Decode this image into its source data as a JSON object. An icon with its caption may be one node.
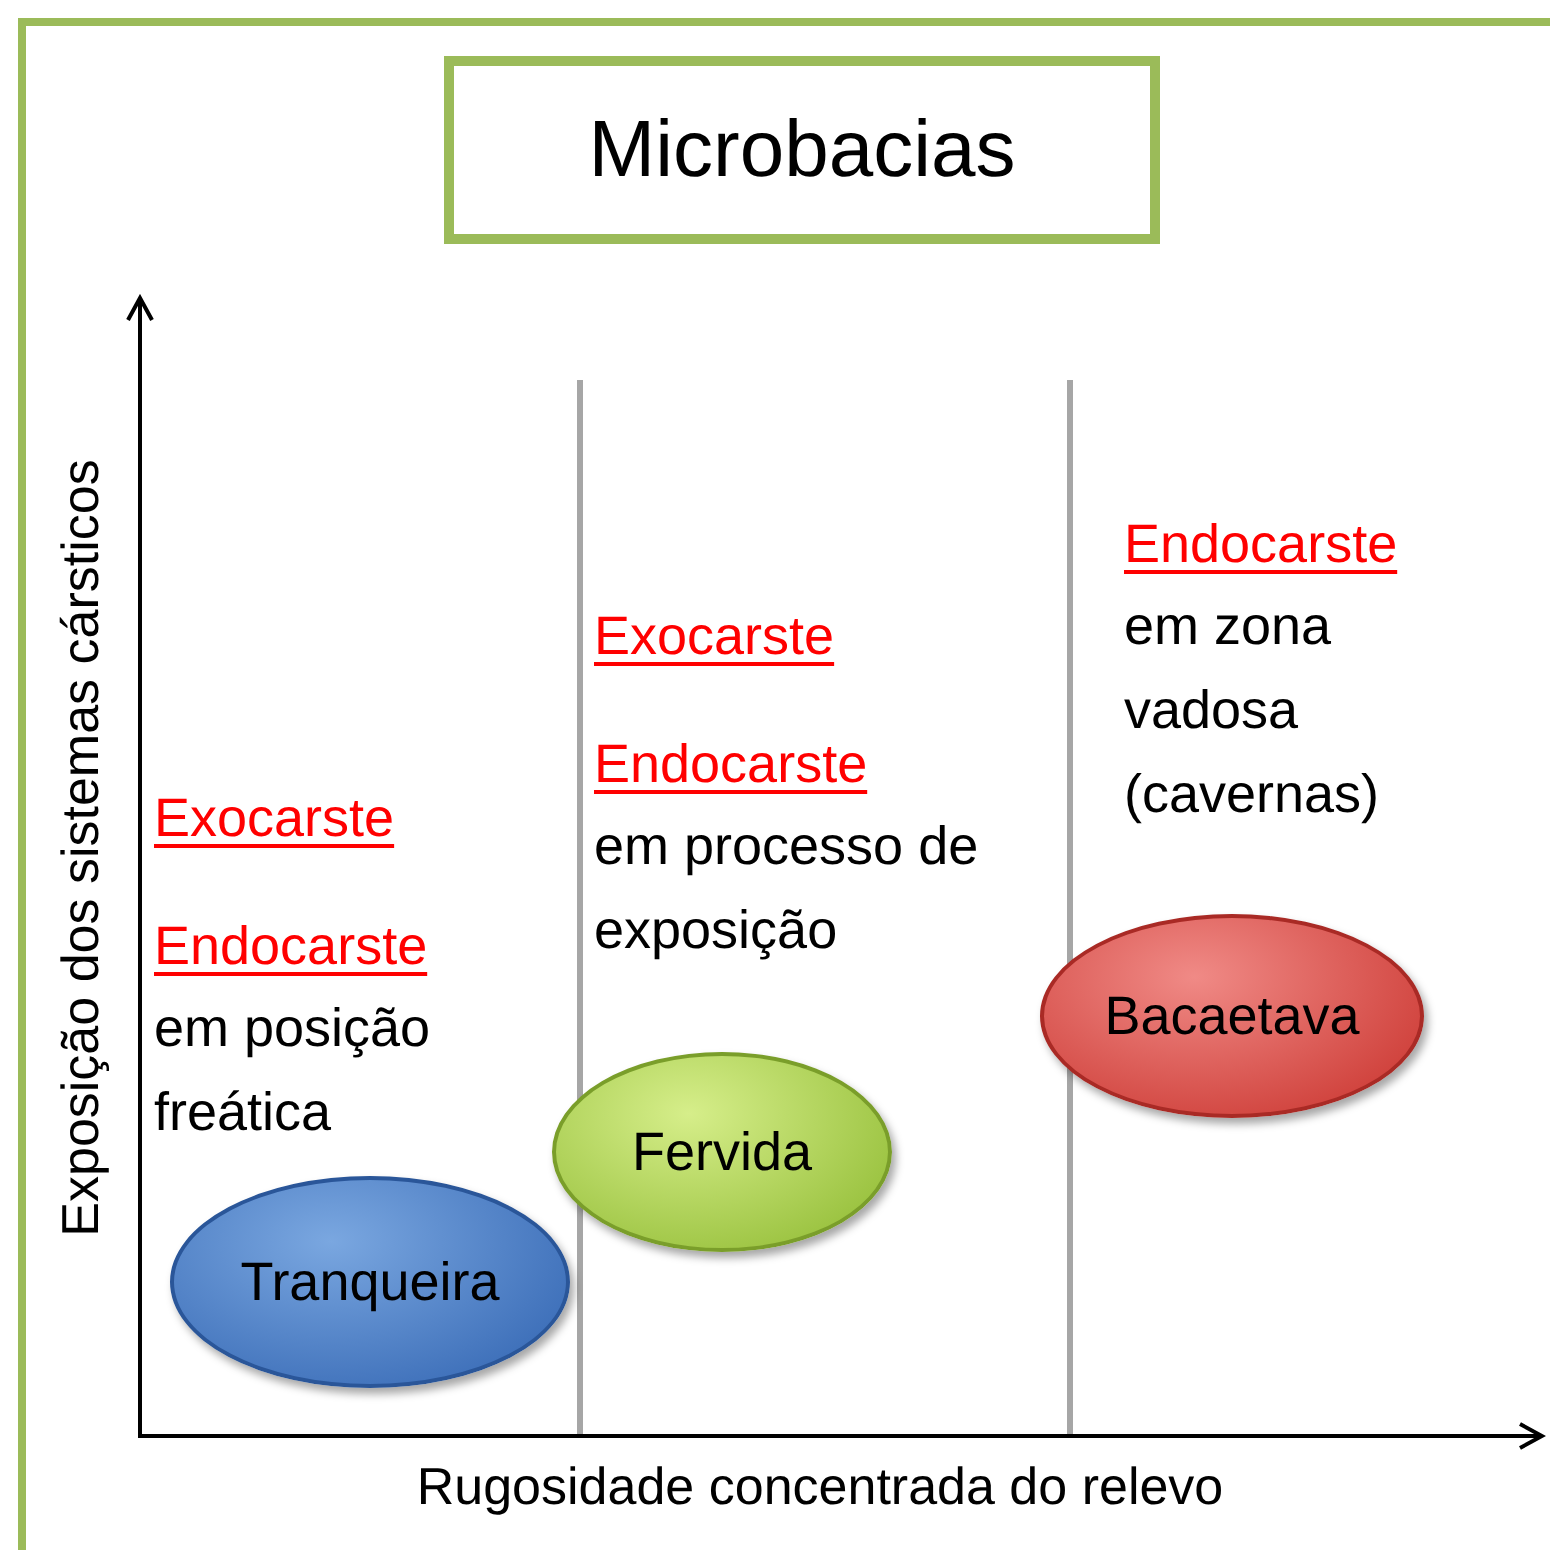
{
  "diagram": {
    "title": "Microbacias",
    "nodes": [
      {
        "text": [
          "Tranqueira"
        ]
      },
      {
        "text": [
          "Fervida"
        ]
      },
      {
        "text": [
          "Bacaetava"
        ]
      }
    ],
    "edges": [],
    "labels": [
      "Exocarste",
      "Endocarste",
      "em posição freática",
      "Exocarste",
      "Endocarste",
      "em processo de exposição",
      "Endocarste",
      "em zona vadosa (cavernas)",
      "Exposição dos sistemas cársticos",
      "Rugosidade concentrada do relevo"
    ]
  }
}
